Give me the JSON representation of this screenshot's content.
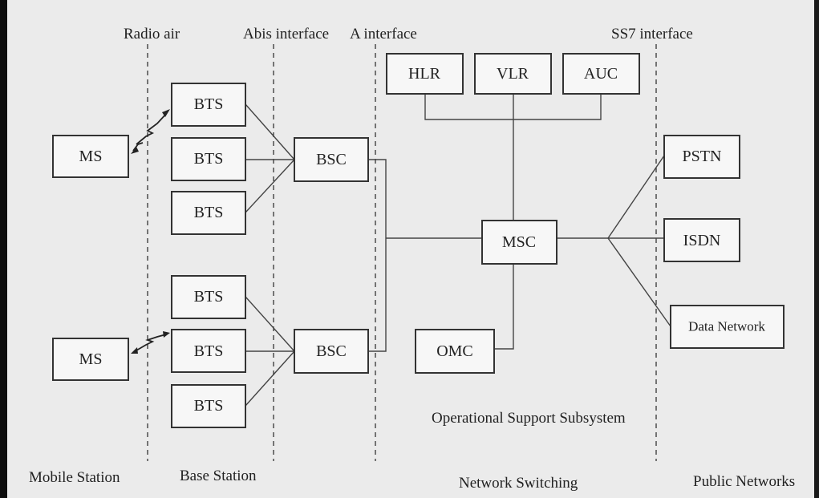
{
  "interfaces": {
    "radio_air": "Radio air",
    "abis": "Abis interface",
    "a": "A interface",
    "ss7": "SS7 interface"
  },
  "nodes": {
    "ms_top": "MS",
    "ms_bottom": "MS",
    "bts_1": "BTS",
    "bts_2": "BTS",
    "bts_3": "BTS",
    "bts_4": "BTS",
    "bts_5": "BTS",
    "bts_6": "BTS",
    "bsc_top": "BSC",
    "bsc_bottom": "BSC",
    "hlr": "HLR",
    "vlr": "VLR",
    "auc": "AUC",
    "msc": "MSC",
    "omc": "OMC",
    "pstn": "PSTN",
    "isdn": "ISDN",
    "data_network": "Data Network"
  },
  "captions": {
    "mobile_station": "Mobile Station",
    "base_station": "Base Station",
    "network_switching": "Network Switching",
    "public_networks": "Public Networks",
    "oss": "Operational Support Subsystem"
  },
  "colors": {
    "background": "#ebebeb",
    "box_fill": "#f7f7f7",
    "stroke": "#333333"
  }
}
